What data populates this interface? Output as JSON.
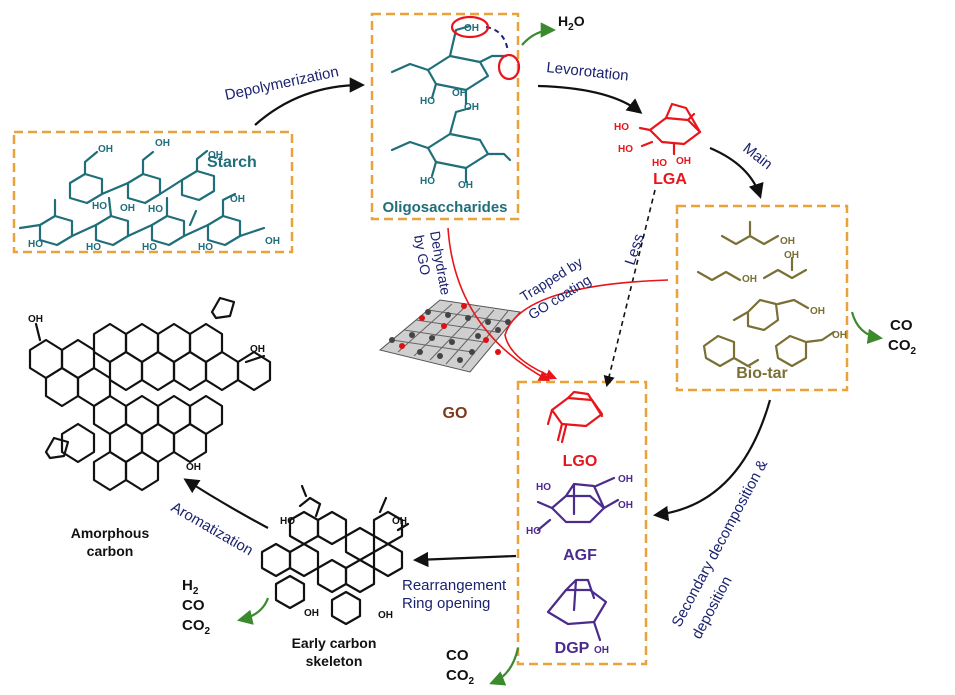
{
  "colors": {
    "box_border": "#E8A33A",
    "teal": "#1F6E7A",
    "navy": "#1B2370",
    "red": "#E8151B",
    "purple": "#4B2C8C",
    "olive": "#7A7035",
    "green_arrow": "#3C8A2E",
    "brown": "#7B3A1C",
    "black": "#111111"
  },
  "nodes": {
    "starch": {
      "label": "Starch",
      "oh": "OH",
      "ho": "HO"
    },
    "oligosaccharides": {
      "label": "Oligosaccharides",
      "oh": "OH",
      "ho": "HO"
    },
    "lga": {
      "label": "LGA",
      "ho": "HO",
      "oh": "OH"
    },
    "biotar": {
      "label": "Bio-tar",
      "oh": "OH"
    },
    "go": {
      "label": "GO"
    },
    "lgo": {
      "label": "LGO"
    },
    "agf": {
      "label": "AGF",
      "ho": "HO",
      "oh": "OH"
    },
    "dgp": {
      "label": "DGP",
      "oh": "OH"
    },
    "early_carbon": {
      "label_line1": "Early carbon",
      "label_line2": "skeleton",
      "ho": "HO",
      "oh": "OH"
    },
    "amorphous_carbon": {
      "label_line1": "Amorphous",
      "label_line2": "carbon",
      "oh": "OH"
    }
  },
  "products": {
    "h2o": {
      "main": "H",
      "sub": "2",
      "tail": "O"
    },
    "co_biotar": {
      "line1": "CO",
      "line2_main": "CO",
      "line2_sub": "2"
    },
    "co_bottom": {
      "line1": "CO",
      "line2_main": "CO",
      "line2_sub": "2"
    },
    "h2_co_co2": {
      "line1_main": "H",
      "line1_sub": "2",
      "line2": "CO",
      "line3_main": "CO",
      "line3_sub": "2"
    }
  },
  "arrows": {
    "depolymerization": "Depolymerization",
    "levorotation": "Levorotation",
    "main": "Main",
    "less": "Less",
    "trapped_line1": "Trapped by",
    "trapped_line2": "GO coating",
    "dehydrate_line1": "Dehydrate",
    "dehydrate_line2": "by GO",
    "secondary_line1": "Secondary decomposition &",
    "secondary_line2": "deposition",
    "rearrangement": "Rearrangement",
    "ring_opening": "Ring opening",
    "aromatization": "Aromatization"
  }
}
